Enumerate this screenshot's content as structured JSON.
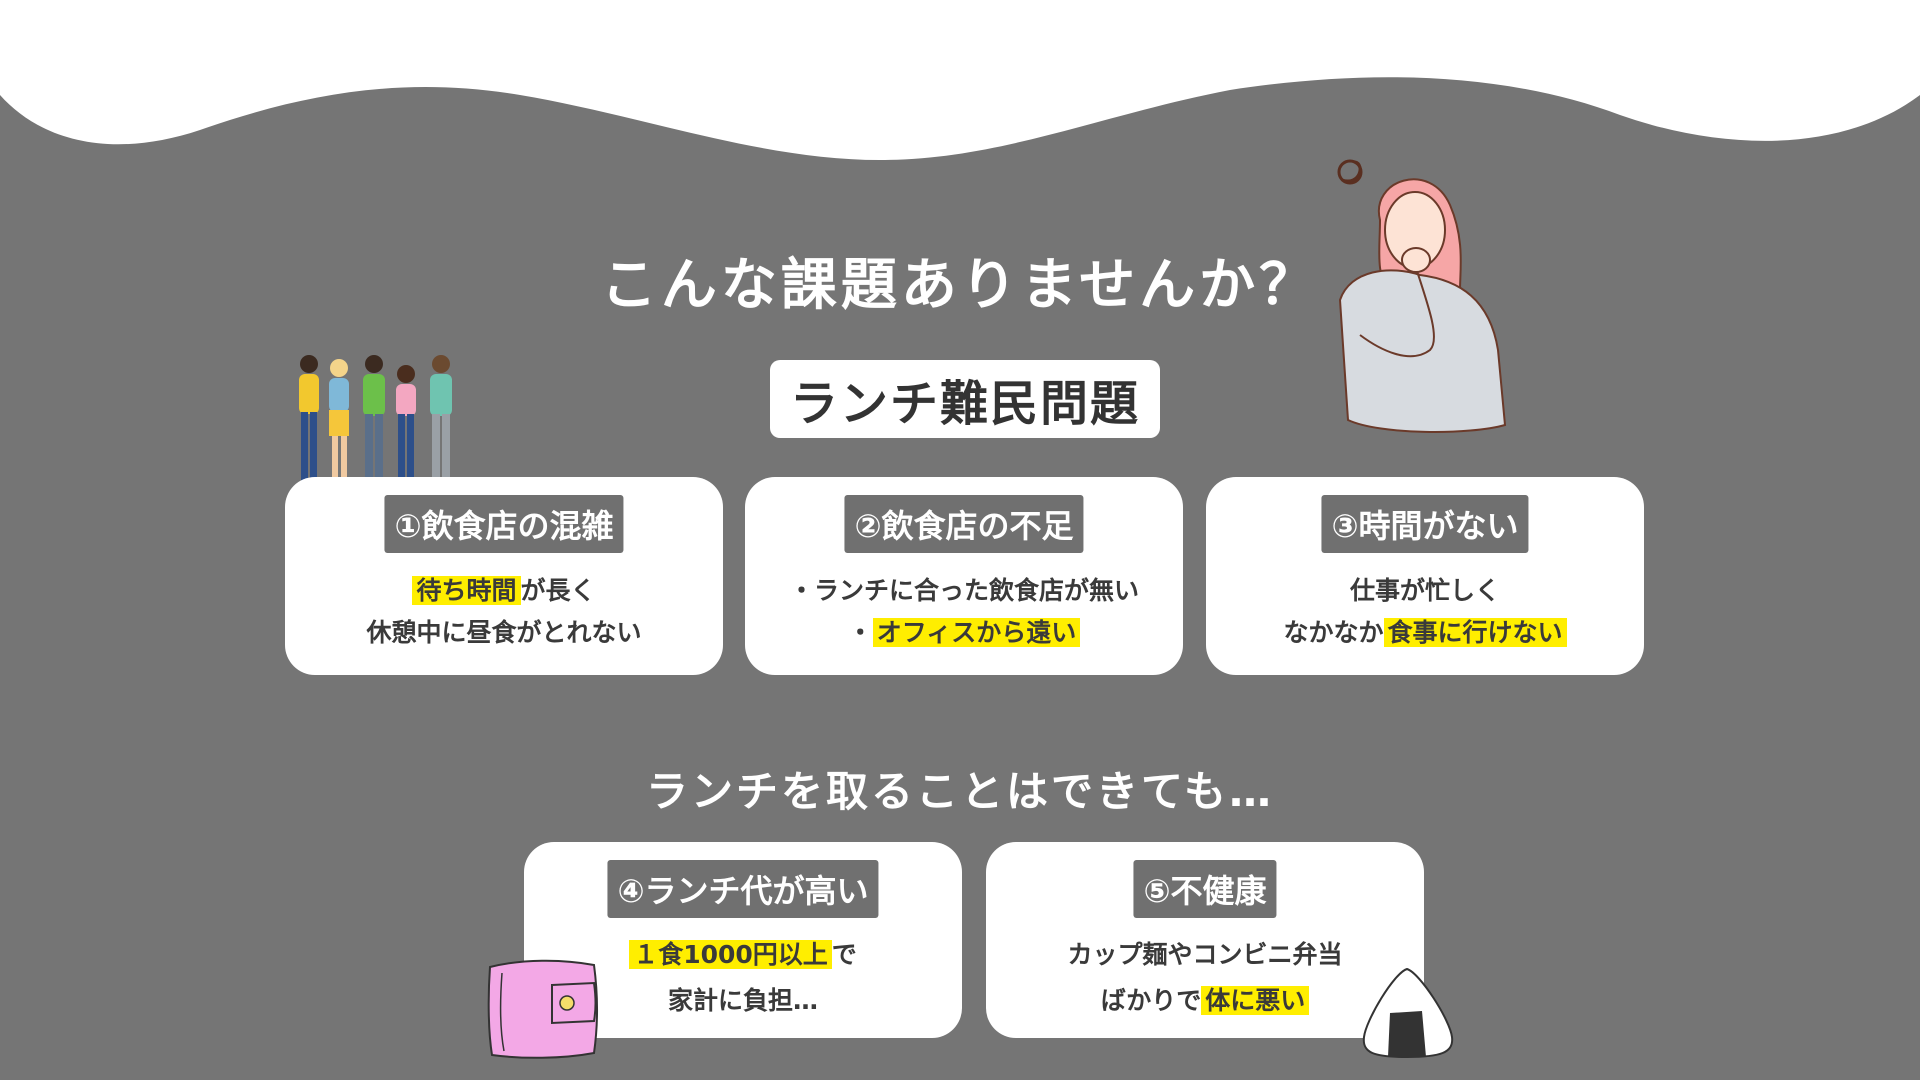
{
  "header": {
    "title": "こんな課題ありませんか？",
    "problem_label": "ランチ難民問題"
  },
  "cards_top": [
    {
      "tag": "①飲食店の混雑",
      "line1_highlight": "待ち時間",
      "line1_rest": "が長く",
      "line2": "休憩中に昼食がとれない"
    },
    {
      "tag": "②飲食店の不足",
      "line1": "・ランチに合った飲食店が無い",
      "line2_prefix": "・",
      "line2_highlight": "オフィスから遠い"
    },
    {
      "tag": "③時間がない",
      "line1": "仕事が忙しく",
      "line2_prefix": "なかなか",
      "line2_highlight": "食事に行けない"
    }
  ],
  "subtitle": "ランチを取ることはできても…",
  "cards_bottom": [
    {
      "tag": "④ランチ代が高い",
      "line1_highlight": "１食1000円以上",
      "line1_rest": "で",
      "line2": "家計に負担…"
    },
    {
      "tag": "⑤不健康",
      "line1": "カップ麺やコンビニ弁当",
      "line2_prefix": "ばかりで",
      "line2_highlight": "体に悪い"
    }
  ],
  "icons": [
    "queue-people-illustration",
    "thinking-woman-illustration",
    "wallet-icon",
    "onigiri-icon"
  ],
  "colors": {
    "background": "#757575",
    "highlight": "#ffee00",
    "tag": "#707070",
    "card": "#ffffff"
  }
}
